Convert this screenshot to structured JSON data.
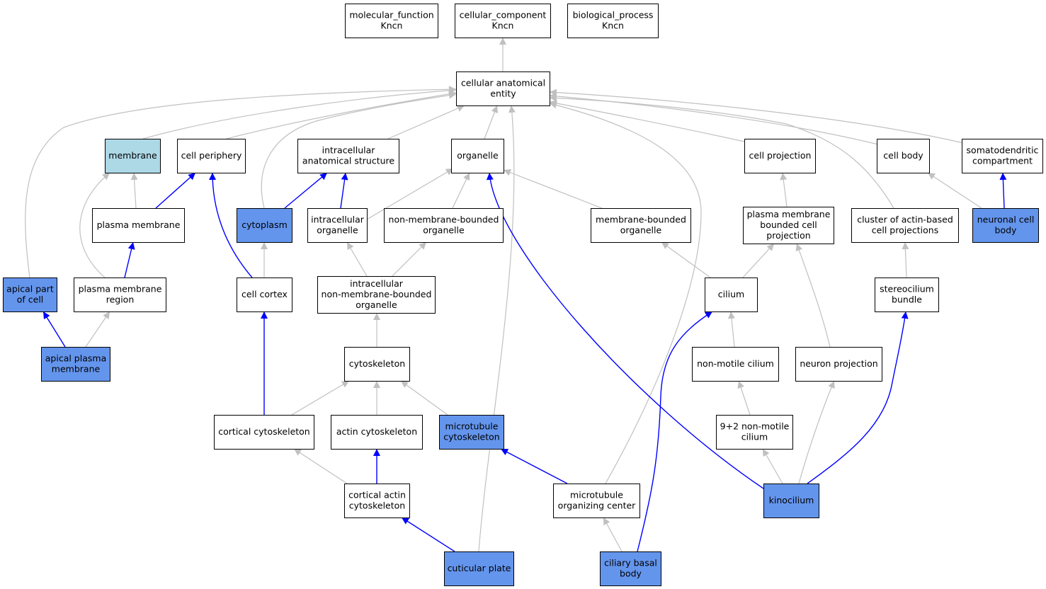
{
  "colors": {
    "default_fill": "#ffffff",
    "annotated_fill": "#6495ed",
    "highlight_fill": "#add8e6",
    "is_a_edge": "#c0c0c0",
    "part_of_edge": "#0000ff"
  },
  "nodes": [
    {
      "id": "molecular_function",
      "lines": [
        "molecular_function",
        "Kncn"
      ],
      "style": "default"
    },
    {
      "id": "cellular_component",
      "lines": [
        "cellular_component",
        "Kncn"
      ],
      "style": "default"
    },
    {
      "id": "biological_process",
      "lines": [
        "biological_process",
        "Kncn"
      ],
      "style": "default"
    },
    {
      "id": "cellular_anatomical_entity",
      "lines": [
        "cellular anatomical",
        "entity"
      ],
      "style": "default"
    },
    {
      "id": "membrane",
      "lines": [
        "membrane"
      ],
      "style": "highlight"
    },
    {
      "id": "cell_periphery",
      "lines": [
        "cell periphery"
      ],
      "style": "default"
    },
    {
      "id": "intracellular_anatomical_structure",
      "lines": [
        "intracellular",
        "anatomical structure"
      ],
      "style": "default"
    },
    {
      "id": "organelle",
      "lines": [
        "organelle"
      ],
      "style": "default"
    },
    {
      "id": "cell_projection",
      "lines": [
        "cell projection"
      ],
      "style": "default"
    },
    {
      "id": "cell_body",
      "lines": [
        "cell body"
      ],
      "style": "default"
    },
    {
      "id": "somatodendritic_compartment",
      "lines": [
        "somatodendritic",
        "compartment"
      ],
      "style": "default"
    },
    {
      "id": "plasma_membrane",
      "lines": [
        "plasma membrane"
      ],
      "style": "default"
    },
    {
      "id": "cytoplasm",
      "lines": [
        "cytoplasm"
      ],
      "style": "annotated"
    },
    {
      "id": "intracellular_organelle",
      "lines": [
        "intracellular",
        "organelle"
      ],
      "style": "default"
    },
    {
      "id": "non_membrane_bounded_organelle",
      "lines": [
        "non-membrane-bounded",
        "organelle"
      ],
      "style": "default"
    },
    {
      "id": "membrane_bounded_organelle",
      "lines": [
        "membrane-bounded",
        "organelle"
      ],
      "style": "default"
    },
    {
      "id": "plasma_membrane_bounded_cell_projection",
      "lines": [
        "plasma membrane",
        "bounded cell",
        "projection"
      ],
      "style": "default"
    },
    {
      "id": "cluster_of_actin_based_cell_projections",
      "lines": [
        "cluster of actin-based",
        "cell projections"
      ],
      "style": "default"
    },
    {
      "id": "neuronal_cell_body",
      "lines": [
        "neuronal cell",
        "body"
      ],
      "style": "annotated"
    },
    {
      "id": "apical_part_of_cell",
      "lines": [
        "apical part",
        "of cell"
      ],
      "style": "annotated"
    },
    {
      "id": "plasma_membrane_region",
      "lines": [
        "plasma membrane",
        "region"
      ],
      "style": "default"
    },
    {
      "id": "cell_cortex",
      "lines": [
        "cell cortex"
      ],
      "style": "default"
    },
    {
      "id": "intracellular_non_membrane_bounded_organelle",
      "lines": [
        "intracellular",
        "non-membrane-bounded",
        "organelle"
      ],
      "style": "default"
    },
    {
      "id": "cilium",
      "lines": [
        "cilium"
      ],
      "style": "default"
    },
    {
      "id": "stereocilium_bundle",
      "lines": [
        "stereocilium",
        "bundle"
      ],
      "style": "default"
    },
    {
      "id": "apical_plasma_membrane",
      "lines": [
        "apical plasma",
        "membrane"
      ],
      "style": "annotated"
    },
    {
      "id": "cytoskeleton",
      "lines": [
        "cytoskeleton"
      ],
      "style": "default"
    },
    {
      "id": "non_motile_cilium",
      "lines": [
        "non-motile cilium"
      ],
      "style": "default"
    },
    {
      "id": "neuron_projection",
      "lines": [
        "neuron projection"
      ],
      "style": "default"
    },
    {
      "id": "cortical_cytoskeleton",
      "lines": [
        "cortical cytoskeleton"
      ],
      "style": "default"
    },
    {
      "id": "actin_cytoskeleton",
      "lines": [
        "actin cytoskeleton"
      ],
      "style": "default"
    },
    {
      "id": "microtubule_cytoskeleton",
      "lines": [
        "microtubule",
        "cytoskeleton"
      ],
      "style": "annotated"
    },
    {
      "id": "nine_plus_two_non_motile_cilium",
      "lines": [
        "9+2 non-motile",
        "cilium"
      ],
      "style": "default"
    },
    {
      "id": "cortical_actin_cytoskeleton",
      "lines": [
        "cortical actin",
        "cytoskeleton"
      ],
      "style": "default"
    },
    {
      "id": "microtubule_organizing_center",
      "lines": [
        "microtubule",
        "organizing center"
      ],
      "style": "default"
    },
    {
      "id": "kinocilium",
      "lines": [
        "kinocilium"
      ],
      "style": "annotated"
    },
    {
      "id": "cuticular_plate",
      "lines": [
        "cuticular plate"
      ],
      "style": "annotated"
    },
    {
      "id": "ciliary_basal_body",
      "lines": [
        "ciliary basal",
        "body"
      ],
      "style": "annotated"
    }
  ],
  "edges": [
    {
      "from": "cellular_anatomical_entity",
      "to": "cellular_component",
      "type": "is_a"
    },
    {
      "from": "membrane",
      "to": "cellular_anatomical_entity",
      "type": "is_a"
    },
    {
      "from": "cell_periphery",
      "to": "cellular_anatomical_entity",
      "type": "is_a"
    },
    {
      "from": "intracellular_anatomical_structure",
      "to": "cellular_anatomical_entity",
      "type": "is_a"
    },
    {
      "from": "organelle",
      "to": "cellular_anatomical_entity",
      "type": "is_a"
    },
    {
      "from": "cell_projection",
      "to": "cellular_anatomical_entity",
      "type": "is_a"
    },
    {
      "from": "cell_body",
      "to": "cellular_anatomical_entity",
      "type": "is_a"
    },
    {
      "from": "somatodendritic_compartment",
      "to": "cellular_anatomical_entity",
      "type": "is_a"
    },
    {
      "from": "apical_part_of_cell",
      "to": "cellular_anatomical_entity",
      "type": "is_a"
    },
    {
      "from": "cytoplasm",
      "to": "cellular_anatomical_entity",
      "type": "is_a"
    },
    {
      "from": "cuticular_plate",
      "to": "cellular_anatomical_entity",
      "type": "is_a"
    },
    {
      "from": "microtubule_organizing_center",
      "to": "cellular_anatomical_entity",
      "type": "is_a"
    },
    {
      "from": "cluster_of_actin_based_cell_projections",
      "to": "cellular_anatomical_entity",
      "type": "is_a"
    },
    {
      "from": "plasma_membrane",
      "to": "membrane",
      "type": "is_a"
    },
    {
      "from": "plasma_membrane_region",
      "to": "membrane",
      "type": "is_a"
    },
    {
      "from": "plasma_membrane",
      "to": "cell_periphery",
      "type": "part_of"
    },
    {
      "from": "cell_cortex",
      "to": "cell_periphery",
      "type": "part_of"
    },
    {
      "from": "cytoplasm",
      "to": "intracellular_anatomical_structure",
      "type": "part_of"
    },
    {
      "from": "intracellular_organelle",
      "to": "intracellular_anatomical_structure",
      "type": "part_of"
    },
    {
      "from": "intracellular_organelle",
      "to": "organelle",
      "type": "is_a"
    },
    {
      "from": "non_membrane_bounded_organelle",
      "to": "organelle",
      "type": "is_a"
    },
    {
      "from": "membrane_bounded_organelle",
      "to": "organelle",
      "type": "is_a"
    },
    {
      "from": "kinocilium",
      "to": "organelle",
      "type": "part_of"
    },
    {
      "from": "plasma_membrane_bounded_cell_projection",
      "to": "cell_projection",
      "type": "is_a"
    },
    {
      "from": "neuronal_cell_body",
      "to": "cell_body",
      "type": "is_a"
    },
    {
      "from": "neuronal_cell_body",
      "to": "somatodendritic_compartment",
      "type": "part_of"
    },
    {
      "from": "plasma_membrane_region",
      "to": "plasma_membrane",
      "type": "part_of"
    },
    {
      "from": "cell_cortex",
      "to": "cytoplasm",
      "type": "is_a"
    },
    {
      "from": "intracellular_non_membrane_bounded_organelle",
      "to": "intracellular_organelle",
      "type": "is_a"
    },
    {
      "from": "intracellular_non_membrane_bounded_organelle",
      "to": "non_membrane_bounded_organelle",
      "type": "is_a"
    },
    {
      "from": "cilium",
      "to": "membrane_bounded_organelle",
      "type": "is_a"
    },
    {
      "from": "cilium",
      "to": "plasma_membrane_bounded_cell_projection",
      "type": "is_a"
    },
    {
      "from": "neuron_projection",
      "to": "plasma_membrane_bounded_cell_projection",
      "type": "is_a"
    },
    {
      "from": "stereocilium_bundle",
      "to": "cluster_of_actin_based_cell_projections",
      "type": "is_a"
    },
    {
      "from": "apical_plasma_membrane",
      "to": "apical_part_of_cell",
      "type": "part_of"
    },
    {
      "from": "apical_plasma_membrane",
      "to": "plasma_membrane_region",
      "type": "is_a"
    },
    {
      "from": "cortical_cytoskeleton",
      "to": "cell_cortex",
      "type": "part_of"
    },
    {
      "from": "cytoskeleton",
      "to": "intracellular_non_membrane_bounded_organelle",
      "type": "is_a"
    },
    {
      "from": "non_motile_cilium",
      "to": "cilium",
      "type": "is_a"
    },
    {
      "from": "ciliary_basal_body",
      "to": "cilium",
      "type": "part_of"
    },
    {
      "from": "kinocilium",
      "to": "stereocilium_bundle",
      "type": "part_of"
    },
    {
      "from": "cortical_cytoskeleton",
      "to": "cytoskeleton",
      "type": "is_a"
    },
    {
      "from": "actin_cytoskeleton",
      "to": "cytoskeleton",
      "type": "is_a"
    },
    {
      "from": "microtubule_cytoskeleton",
      "to": "cytoskeleton",
      "type": "is_a"
    },
    {
      "from": "nine_plus_two_non_motile_cilium",
      "to": "non_motile_cilium",
      "type": "is_a"
    },
    {
      "from": "kinocilium",
      "to": "neuron_projection",
      "type": "is_a"
    },
    {
      "from": "cortical_actin_cytoskeleton",
      "to": "cortical_cytoskeleton",
      "type": "is_a"
    },
    {
      "from": "cortical_actin_cytoskeleton",
      "to": "actin_cytoskeleton",
      "type": "part_of"
    },
    {
      "from": "microtubule_organizing_center",
      "to": "microtubule_cytoskeleton",
      "type": "part_of"
    },
    {
      "from": "kinocilium",
      "to": "nine_plus_two_non_motile_cilium",
      "type": "is_a"
    },
    {
      "from": "cuticular_plate",
      "to": "cortical_actin_cytoskeleton",
      "type": "part_of"
    },
    {
      "from": "ciliary_basal_body",
      "to": "microtubule_organizing_center",
      "type": "is_a"
    }
  ]
}
